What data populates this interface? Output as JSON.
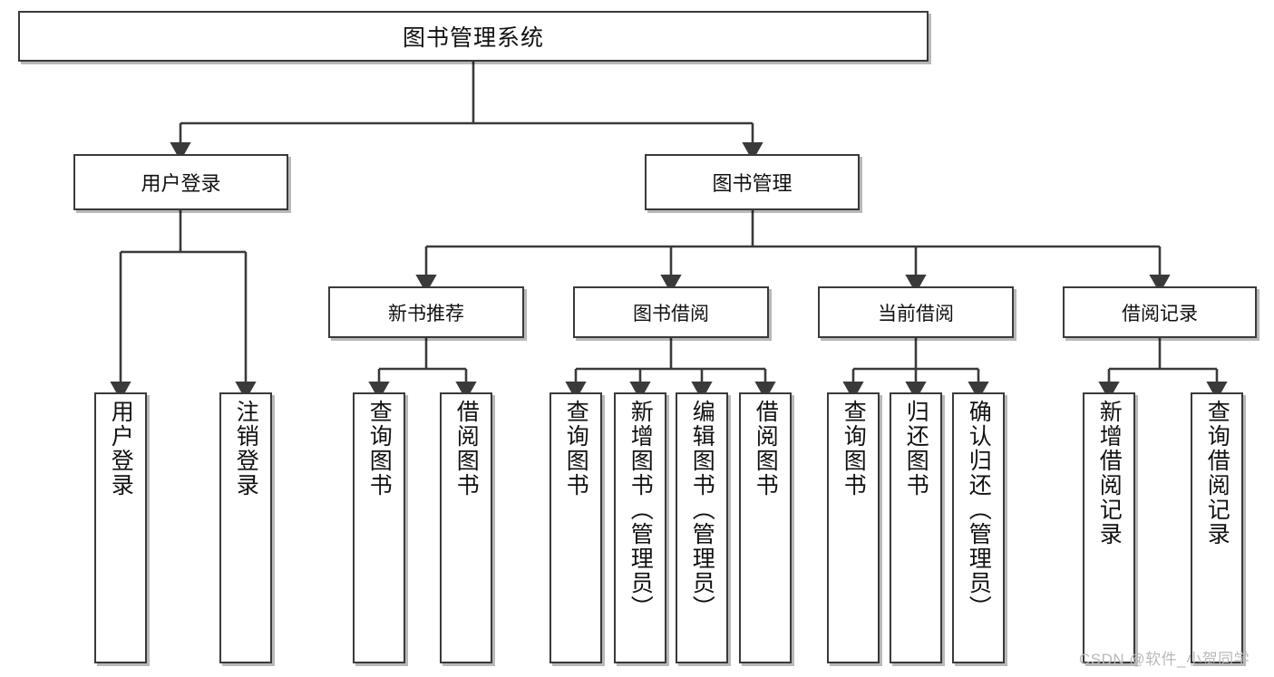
{
  "diagram": {
    "type": "tree-hierarchy-chart",
    "title": "图书管理系统",
    "watermark": "CSDN @软件_小贺同学",
    "level2": [
      {
        "label": "用户登录"
      },
      {
        "label": "图书管理"
      }
    ],
    "level3": [
      {
        "label": "新书推荐"
      },
      {
        "label": "图书借阅"
      },
      {
        "label": "当前借阅"
      },
      {
        "label": "借阅记录"
      }
    ],
    "leaves": {
      "user_login": [
        "用户登录",
        "注销登录"
      ],
      "new_book": [
        "查询图书",
        "借阅图书"
      ],
      "book_borrow": [
        "查询图书",
        "新增图书（管理员）",
        "编辑图书（管理员）",
        "借阅图书"
      ],
      "current_borrow": [
        "查询图书",
        "归还图书",
        "确认归还（管理员）"
      ],
      "borrow_record": [
        "新增借阅记录",
        "查询借阅记录"
      ]
    },
    "colors": {
      "stroke": "#3a3a3a",
      "fill": "#ffffff",
      "text": "#111111",
      "watermark": "#b9b9b9"
    }
  }
}
